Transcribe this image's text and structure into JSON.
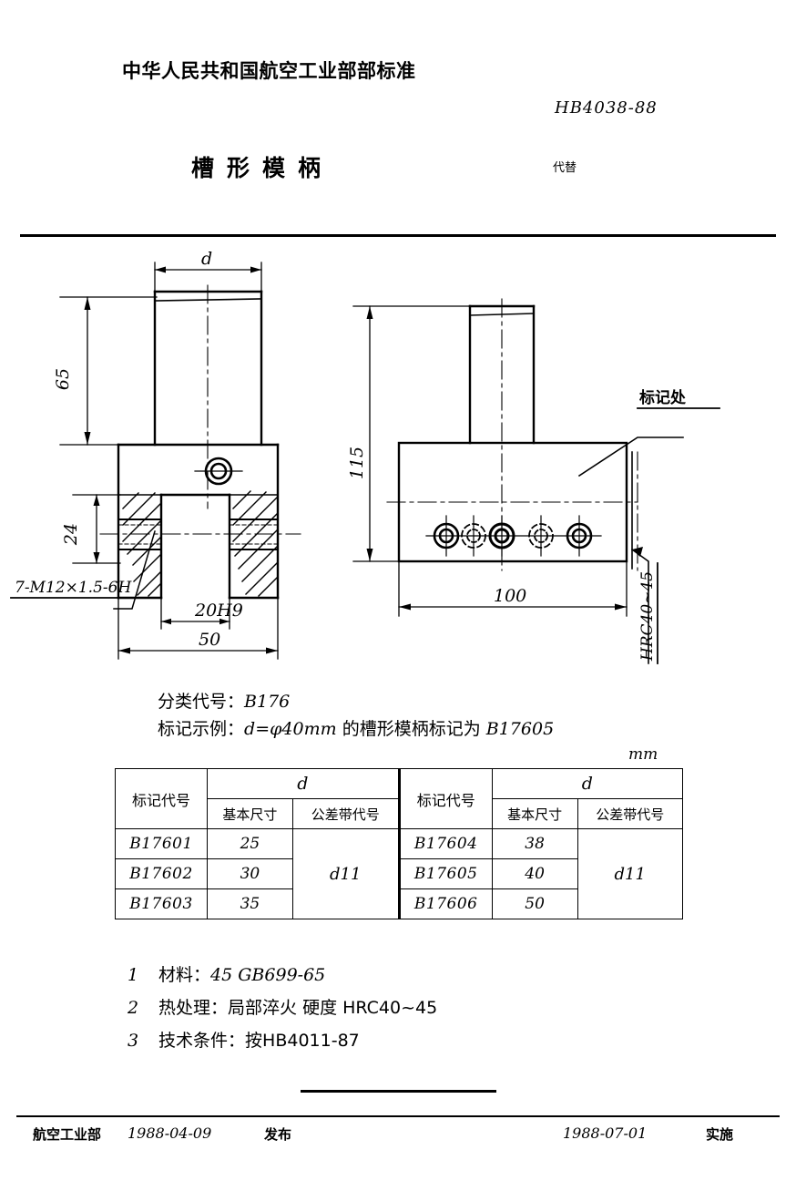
{
  "header": {
    "standard_org": "中华人民共和国航空工业部部标准",
    "standard_code": "HB4038-88",
    "title": "槽形模柄",
    "replaces_label": "代替"
  },
  "drawing": {
    "left_view": {
      "dim_d": "d",
      "dim_65": "65",
      "dim_24": "24",
      "dim_50": "50",
      "dim_20H9": "20H9",
      "thread_note": "7-M12×1.5-6H"
    },
    "right_view": {
      "dim_115": "115",
      "dim_100": "100",
      "mark_note": "标记处",
      "hardness_note": "HRC40~45"
    }
  },
  "spec": {
    "class_label": "分类代号",
    "class_value": "B176",
    "example_label": "标记示例",
    "example_text_1": "d=φ40mm",
    "example_text_2": "的槽形模柄标记为",
    "example_value": "B17605"
  },
  "table": {
    "unit": "mm",
    "headers": {
      "id": "标记代号",
      "d": "d",
      "basic_size": "基本尺寸",
      "tolerance_zone": "公差带代号"
    },
    "left_rows": [
      {
        "code": "B17601",
        "size": "25"
      },
      {
        "code": "B17602",
        "size": "30"
      },
      {
        "code": "B17603",
        "size": "35"
      }
    ],
    "left_tolerance": "d11",
    "right_rows": [
      {
        "code": "B17604",
        "size": "38"
      },
      {
        "code": "B17605",
        "size": "40"
      },
      {
        "code": "B17606",
        "size": "50"
      }
    ],
    "right_tolerance": "d11"
  },
  "notes": [
    {
      "num": "1",
      "label": "材料",
      "value": "45 GB699-65"
    },
    {
      "num": "2",
      "label": "热处理",
      "value": "局部淬火  硬度 HRC40~45"
    },
    {
      "num": "3",
      "label": "技术条件",
      "value": "按HB4011-87"
    }
  ],
  "footer": {
    "org": "航空工业部",
    "issue_date": "1988-04-09",
    "issue_label": "发布",
    "effective_date": "1988-07-01",
    "effective_label": "实施"
  }
}
